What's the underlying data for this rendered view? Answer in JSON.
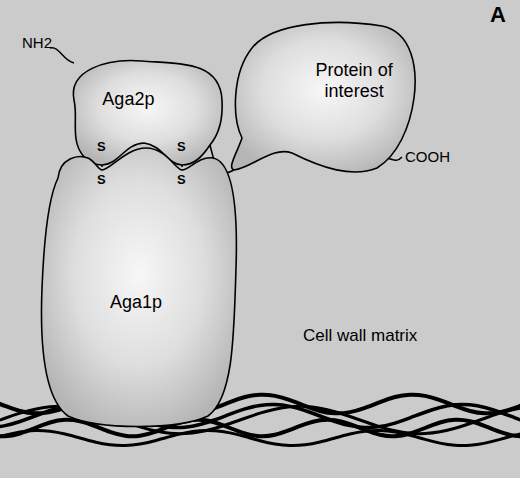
{
  "diagram": {
    "nodes": [
      {
        "text": [
          "Aga2p"
        ]
      },
      {
        "text": [
          "Protein of interest"
        ]
      },
      {
        "text": [
          "Aga1p"
        ]
      }
    ],
    "edges": [
      {
        "from": 0,
        "to": 1,
        "arrow": "none"
      }
    ],
    "labels": [
      "A",
      "NH2",
      "S",
      "S",
      "S",
      "S",
      "COOH",
      "Cell wall matrix"
    ]
  }
}
